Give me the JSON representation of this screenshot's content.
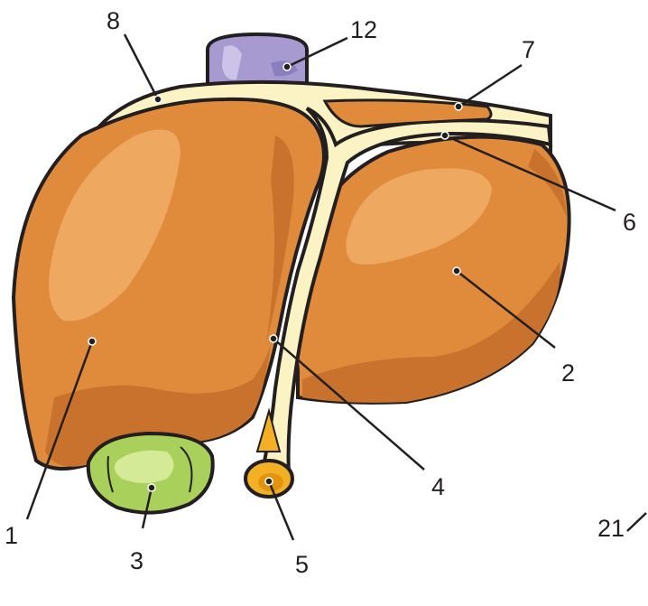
{
  "diagram": {
    "labels": {
      "l1": "1",
      "l2": "2",
      "l3": "3",
      "l4": "4",
      "l5": "5",
      "l6": "6",
      "l7": "7",
      "l8": "8",
      "l12": "12",
      "l21": "21"
    }
  },
  "colors": {
    "liver": "#e08a3c",
    "liver_dark": "#c9722d",
    "liver_light": "#eea860",
    "ligament": "#fbf3c4",
    "gallbladder": "#a9d05a",
    "gallbladder_light": "#d4ea96",
    "vena_cava": "#a69ad1",
    "vena_cava_light": "#cbc4e8",
    "round_ligament": "#f4b024",
    "outline": "#231f20"
  }
}
